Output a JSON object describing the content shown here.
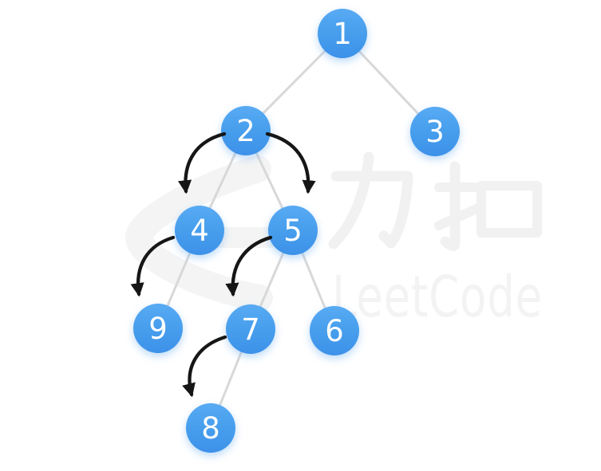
{
  "diagram": {
    "type": "binary-tree",
    "nodes": [
      {
        "id": "n1",
        "label": "1"
      },
      {
        "id": "n2",
        "label": "2"
      },
      {
        "id": "n3",
        "label": "3"
      },
      {
        "id": "n4",
        "label": "4"
      },
      {
        "id": "n5",
        "label": "5"
      },
      {
        "id": "n9",
        "label": "9"
      },
      {
        "id": "n7",
        "label": "7"
      },
      {
        "id": "n6",
        "label": "6"
      },
      {
        "id": "n8",
        "label": "8"
      }
    ],
    "edges": [
      {
        "from": "1",
        "to": "2"
      },
      {
        "from": "1",
        "to": "3"
      },
      {
        "from": "2",
        "to": "4"
      },
      {
        "from": "2",
        "to": "5"
      },
      {
        "from": "4",
        "to": "9"
      },
      {
        "from": "5",
        "to": "7"
      },
      {
        "from": "5",
        "to": "6"
      },
      {
        "from": "7",
        "to": "8"
      }
    ],
    "traversal_arrows": [
      {
        "from": "2",
        "to": "4"
      },
      {
        "from": "2",
        "to": "5"
      },
      {
        "from": "4",
        "to": "9"
      },
      {
        "from": "5",
        "to": "7"
      },
      {
        "from": "7",
        "to": "8"
      }
    ],
    "colors": {
      "node_fill_top": "#58aaf3",
      "node_fill_bottom": "#3d91e9",
      "node_text": "#ffffff",
      "edge": "#d8d8d8",
      "arrow": "#161616",
      "watermark": "#f2f2f2",
      "background": "#ffffff"
    }
  },
  "watermark": {
    "cjk": "力扣",
    "latin": "LeetCode"
  }
}
